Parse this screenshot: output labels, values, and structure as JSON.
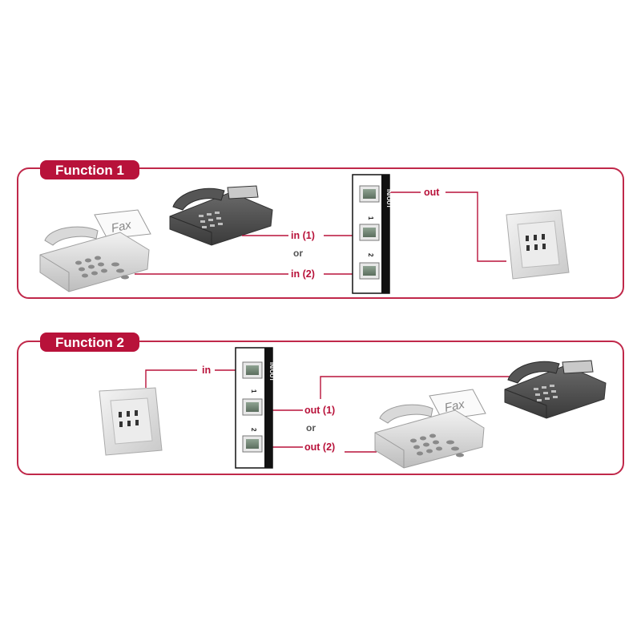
{
  "function1": {
    "title": "Function 1",
    "labels": {
      "out": "out",
      "in1": "in (1)",
      "or": "or",
      "in2": "in (2)"
    },
    "device": {
      "side_label": "IN/OUT",
      "port1": "1",
      "port2": "2"
    },
    "fax_label": "Fax"
  },
  "function2": {
    "title": "Function 2",
    "labels": {
      "in": "in",
      "out1": "out (1)",
      "or": "or",
      "out2": "out (2)"
    },
    "device": {
      "side_label": "IN/OUT",
      "port1": "1",
      "port2": "2"
    },
    "fax_label": "Fax"
  },
  "colors": {
    "accent": "#b8123a",
    "panel_border": "#c0284a"
  }
}
